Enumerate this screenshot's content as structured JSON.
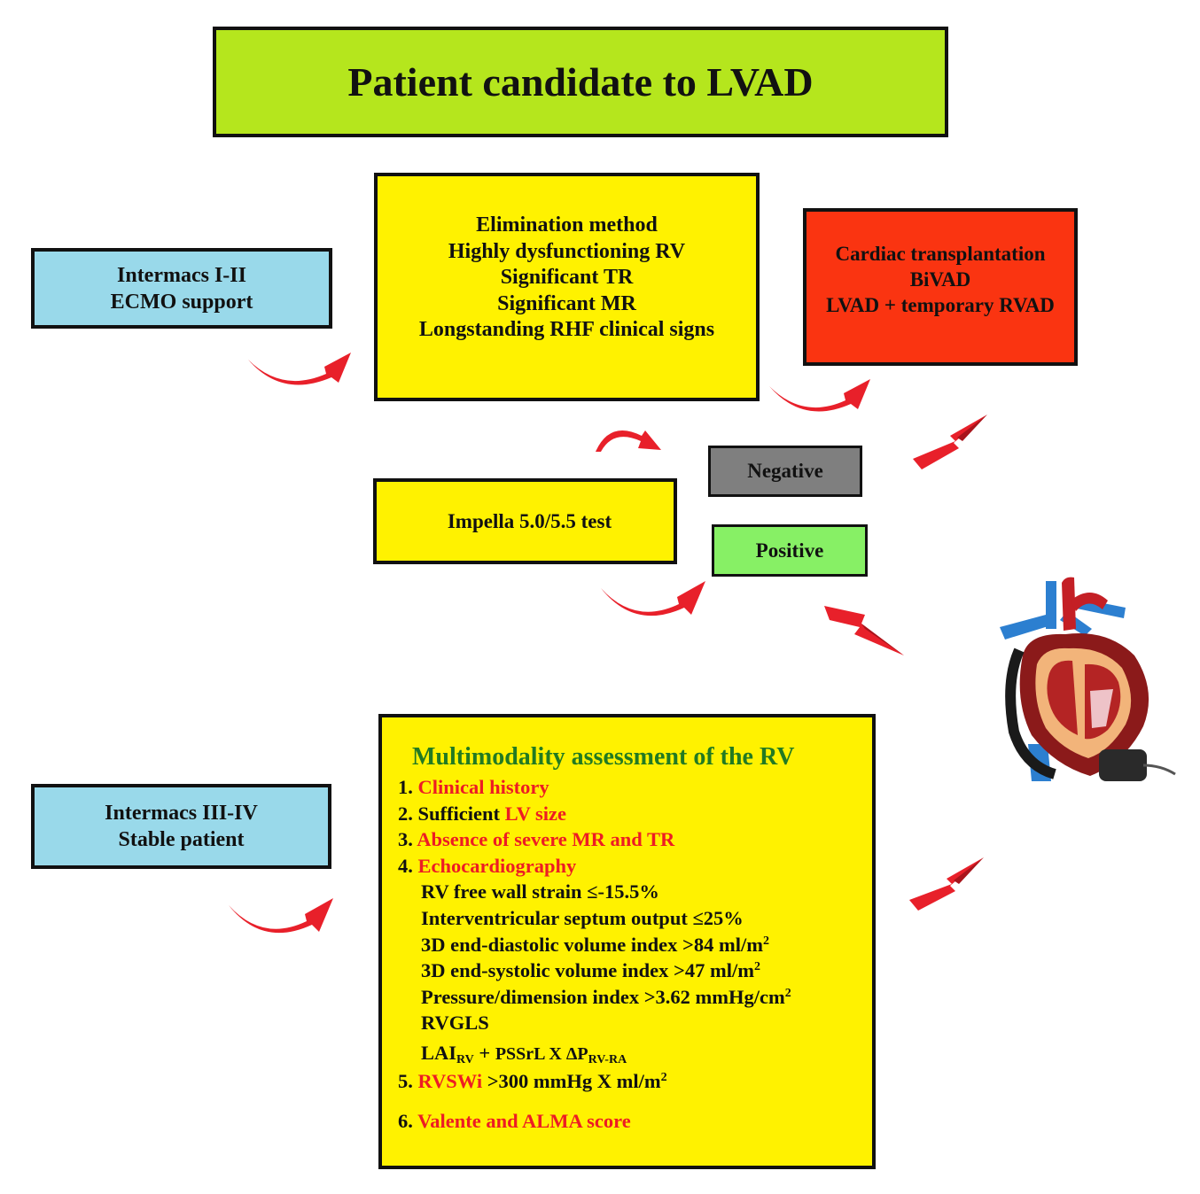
{
  "title": "Patient candidate to LVAD",
  "intermacs_high": {
    "lines": [
      "Intermacs I-II",
      "ECMO support"
    ]
  },
  "elimination": {
    "lines": [
      "Elimination method",
      "Highly dysfunctioning RV",
      "Significant TR",
      "Significant MR",
      "Longstanding RHF clinical signs"
    ]
  },
  "alternatives": {
    "lines": [
      "Cardiac transplantation",
      "BiVAD",
      "LVAD + temporary RVAD"
    ]
  },
  "impella": {
    "label": "Impella 5.0/5.5 test"
  },
  "result_negative": {
    "label": "Negative"
  },
  "result_positive": {
    "label": "Positive"
  },
  "intermacs_low": {
    "lines": [
      "Intermacs III-IV",
      "Stable patient"
    ]
  },
  "multimodality": {
    "title": "Multimodality assessment of the RV",
    "items": [
      {
        "num": "1.",
        "prefix": "",
        "highlight": "Clinical history",
        "suffix": ""
      },
      {
        "num": "2.",
        "prefix": "Sufficient ",
        "highlight": "LV size",
        "suffix": ""
      },
      {
        "num": "3.",
        "prefix": "",
        "highlight": "Absence of severe MR and TR",
        "suffix": ""
      },
      {
        "num": "4.",
        "prefix": "",
        "highlight": "Echocardiography",
        "suffix": ""
      }
    ],
    "echo_params": {
      "strain": "RV free wall strain ≤-15.5%",
      "septum": "Interventricular septum output ≤25%",
      "edvi": "3D end-diastolic volume index >84 ml/m",
      "esvi": "3D end-systolic volume index >47 ml/m",
      "pdi": "Pressure/dimension index >3.62 mmHg/cm",
      "rvgls": "RVGLS",
      "lai_main": "LAI",
      "lai_sub": "RV",
      "lai_plus": " + ",
      "lai_pssrl": "PSSrL X ΔP",
      "lai_sub2": "RV-RA",
      "squared": "2"
    },
    "item5": {
      "num": "5.",
      "highlight": "RVSWi",
      "suffix": " >300 mmHg X ml/m"
    },
    "item6": {
      "num": "6.",
      "highlight": "Valente and ALMA score"
    }
  },
  "colors": {
    "title_bg": "#b5e61d",
    "blue_bg": "#99d9ea",
    "yellow_bg": "#fff200",
    "red_bg": "#fa3411",
    "gray_bg": "#7f7f7f",
    "green_bg": "#87f065",
    "highlight_red": "#ed1c24",
    "heading_green": "#227a22",
    "arrow_red": "#e8202a"
  },
  "icons": {
    "curved_arrows": "curved-arrow-icon",
    "lightning": "lightning-bolt-icon",
    "heart": "heart-with-lvad-icon"
  }
}
